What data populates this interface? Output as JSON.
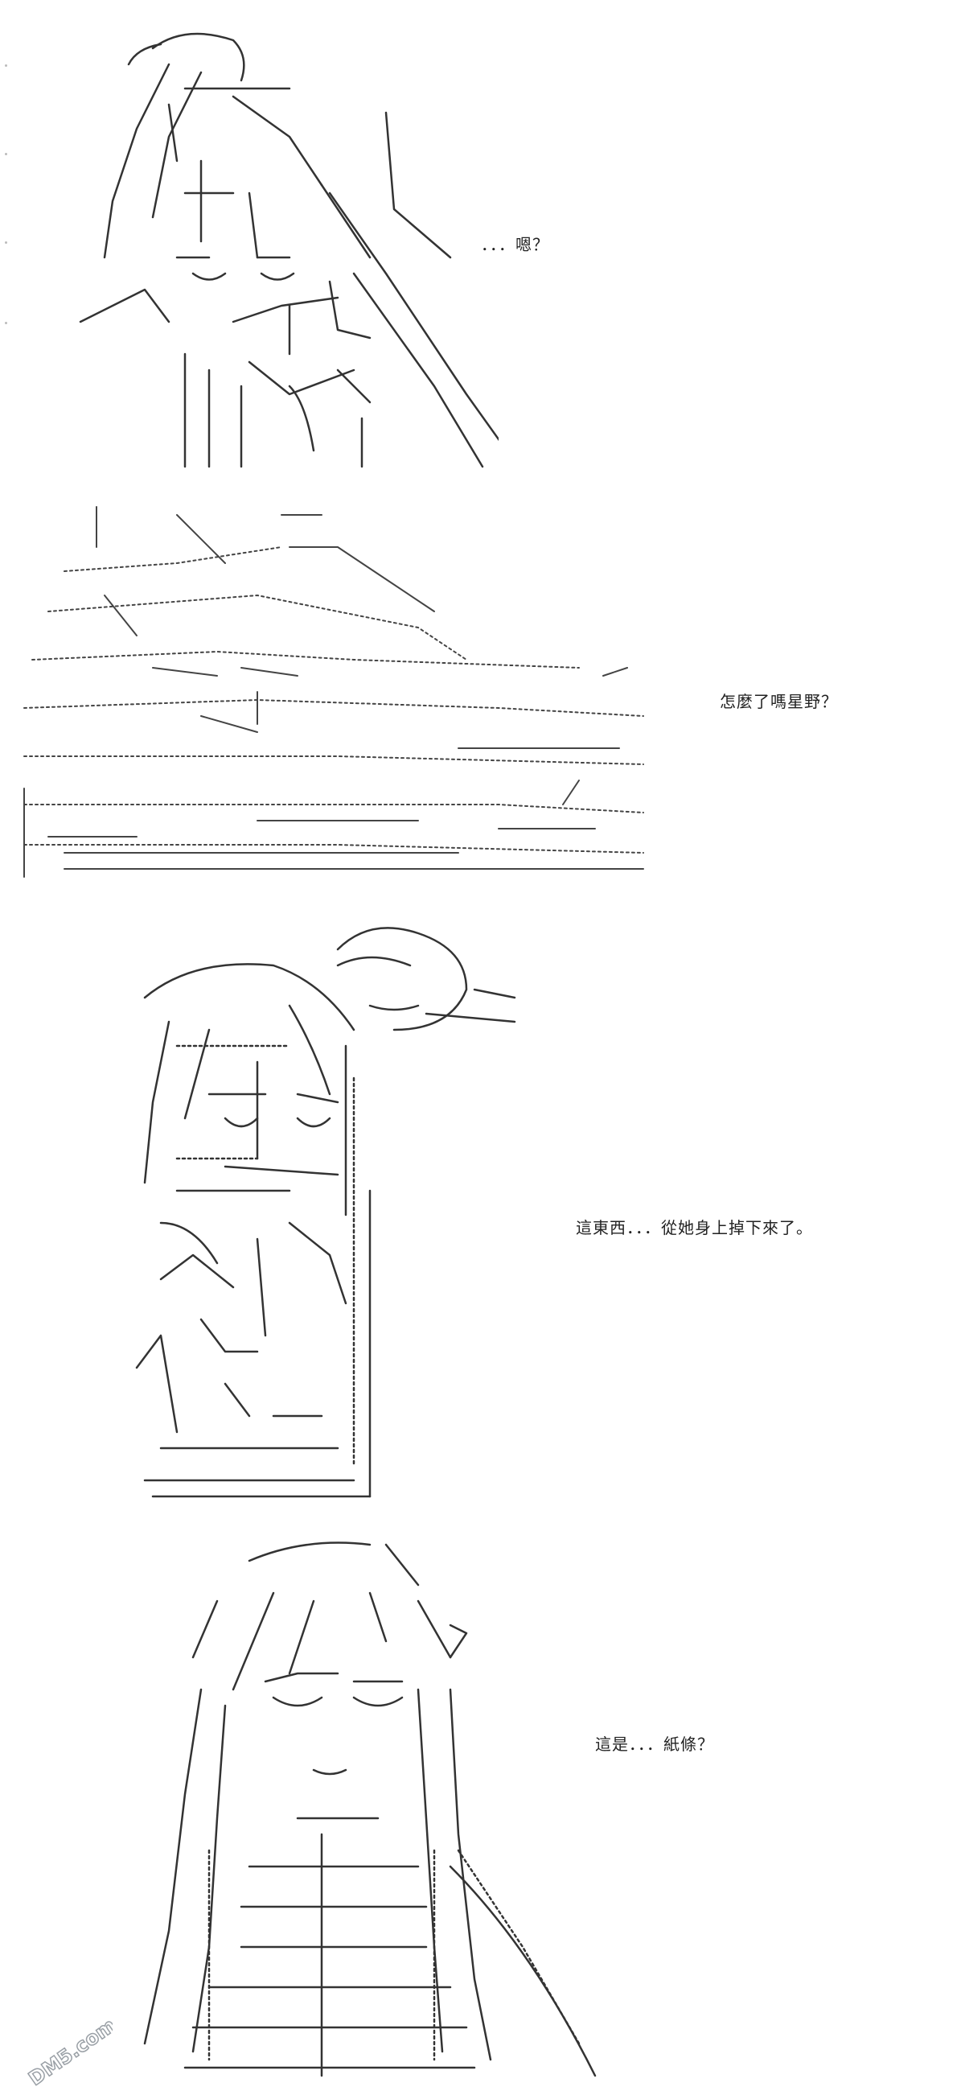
{
  "panels": [
    {
      "id": "panel-1",
      "dialogue": "．．．嗯？"
    },
    {
      "id": "panel-2",
      "dialogue": "怎麼了嗎星野？"
    },
    {
      "id": "panel-3",
      "dialogue": "這東西．．．從她身上掉下來了。"
    },
    {
      "id": "panel-4",
      "dialogue": "這是．．．紙條？"
    }
  ],
  "watermark": {
    "text": "DM5.com"
  },
  "colors": {
    "ink": "#222222",
    "background": "#ffffff",
    "watermark": "#9aa0a6"
  }
}
